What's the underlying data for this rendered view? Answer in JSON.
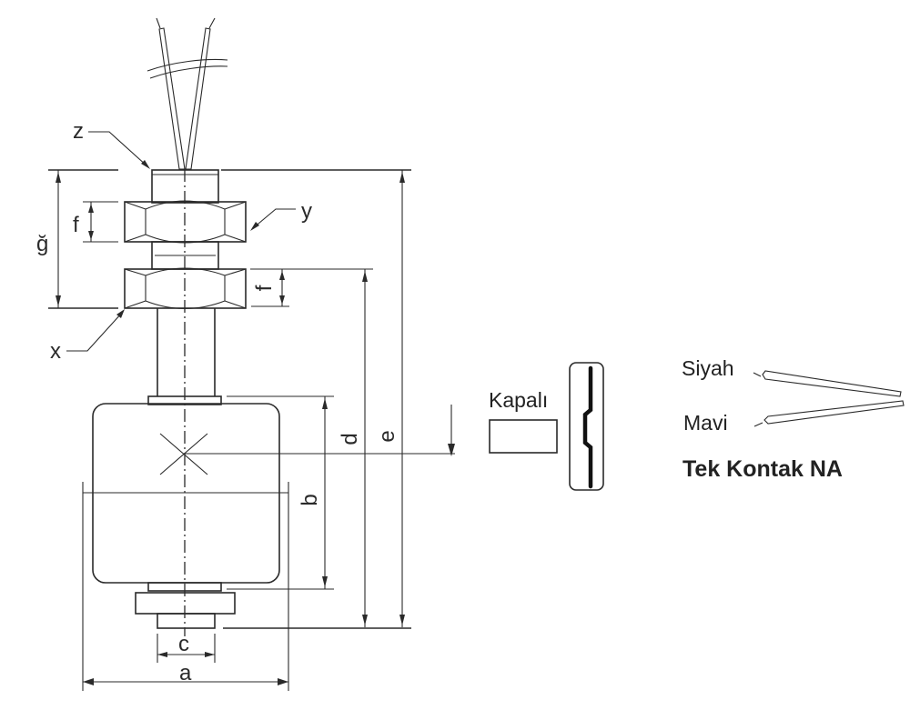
{
  "diagram": {
    "labels": {
      "z": "z",
      "y": "y",
      "x": "x",
      "g": "ğ",
      "f_top": "f",
      "f_bottom": "f",
      "d": "d",
      "e": "e",
      "b": "b",
      "c": "c",
      "a": "a"
    },
    "state_label": "Kapalı",
    "wires": {
      "black": "Siyah",
      "blue": "Mavi"
    },
    "contact_type": "Tek Kontak NA"
  }
}
